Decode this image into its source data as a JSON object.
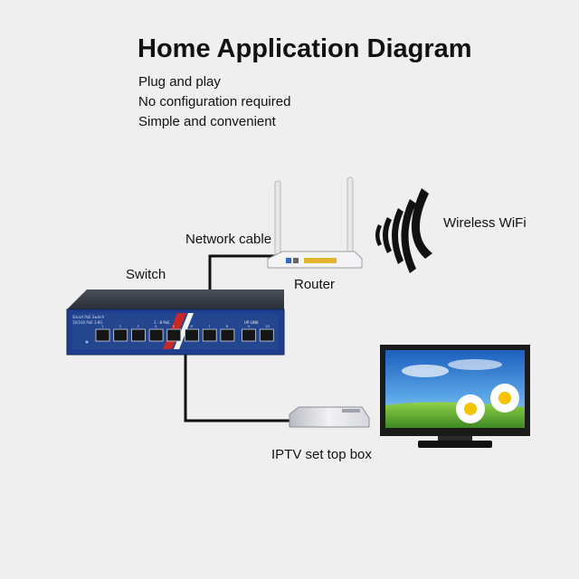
{
  "title": "Home Application Diagram",
  "features": [
    "Plug and play",
    "No configuration required",
    "Simple and convenient"
  ],
  "labels": {
    "network_cable": "Network cable",
    "switch": "Switch",
    "router": "Router",
    "wireless": "Wireless WiFi",
    "iptv": "IPTV set top box"
  },
  "switch_panel": {
    "brand": "Smart PoE Switch",
    "model": "10/100 PoE 1-8G",
    "poe_ports": "1 - 8 PoE",
    "uplink": "UP-LINK",
    "port_numbers": [
      "1",
      "2",
      "3",
      "4",
      "5",
      "6",
      "7",
      "8",
      "9",
      "10"
    ]
  },
  "colors": {
    "switch_body": "#2a2e38",
    "switch_panel": "#1e3f8f",
    "cable": "#111111",
    "router_body": "#f2f2f2",
    "tv_frame": "#1b1b1b",
    "sky": "#2f7fd4",
    "grass": "#6fb83a",
    "flower": "#f4c400"
  }
}
